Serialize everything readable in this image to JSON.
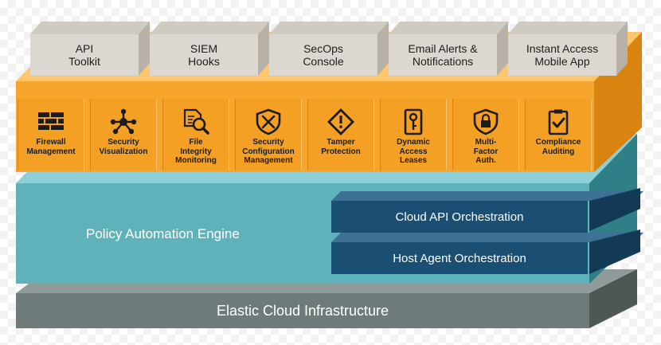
{
  "integrations": [
    {
      "label": "API\nToolkit"
    },
    {
      "label": "SIEM\nHooks"
    },
    {
      "label": "SecOps\nConsole"
    },
    {
      "label": "Email Alerts &\nNotifications"
    },
    {
      "label": "Instant Access\nMobile App"
    }
  ],
  "modules": [
    {
      "label": "Firewall\nManagement",
      "icon": "firewall-icon"
    },
    {
      "label": "Security\nVisualization",
      "icon": "network-nodes-icon"
    },
    {
      "label": "File\nIntegrity\nMonitoring",
      "icon": "file-search-icon"
    },
    {
      "label": "Security\nConfiguration\nManagement",
      "icon": "shield-tools-icon"
    },
    {
      "label": "Tamper\nProtection",
      "icon": "warning-diamond-icon"
    },
    {
      "label": "Dynamic\nAccess\nLeases",
      "icon": "key-card-icon"
    },
    {
      "label": "Multi-\nFactor\nAuth.",
      "icon": "lock-shield-icon"
    },
    {
      "label": "Compliance\nAuditing",
      "icon": "clipboard-check-icon"
    }
  ],
  "engine": {
    "label": "Policy Automation  Engine",
    "orchestration": [
      "Cloud API Orchestration",
      "Host Agent Orchestration"
    ]
  },
  "infrastructure": {
    "label": "Elastic Cloud Infrastructure"
  },
  "colors": {
    "orange": "#f8a52e",
    "teal": "#5fb2ba",
    "navy": "#1b4e73",
    "slate": "#6f7b7b",
    "tile": "#dcd8d1"
  }
}
